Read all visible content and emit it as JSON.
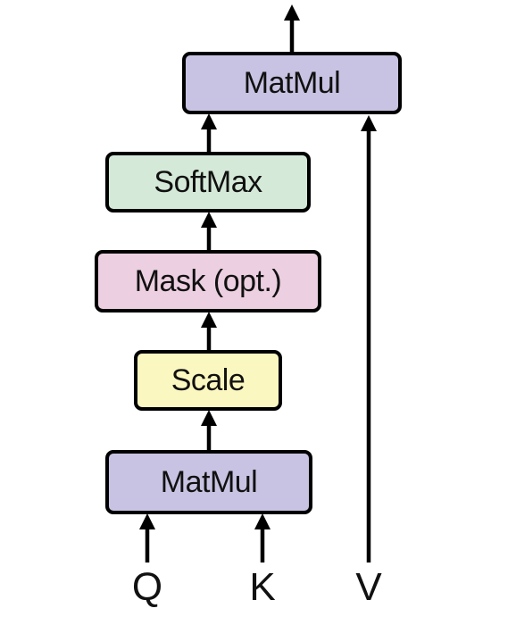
{
  "blocks": {
    "matmul_top": {
      "label": "MatMul",
      "color": "#c8c3e2"
    },
    "softmax": {
      "label": "SoftMax",
      "color": "#d4e9d7"
    },
    "mask": {
      "label": "Mask (opt.)",
      "color": "#eccfe0"
    },
    "scale": {
      "label": "Scale",
      "color": "#fbf7c0"
    },
    "matmul_bottom": {
      "label": "MatMul",
      "color": "#c8c3e2"
    }
  },
  "inputs": {
    "q": "Q",
    "k": "K",
    "v": "V"
  },
  "line_color": "#000000"
}
